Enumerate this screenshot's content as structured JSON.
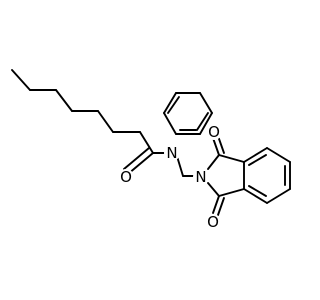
{
  "molecule": {
    "atoms": {
      "amide_nitrogen": "N",
      "amide_oxygen": "O",
      "imide_nitrogen": "N",
      "imide_oxygen_top": "O",
      "imide_oxygen_bottom": "O"
    },
    "colors": {
      "bond": "#000000",
      "label": "#000000",
      "background": "#ffffff"
    }
  }
}
